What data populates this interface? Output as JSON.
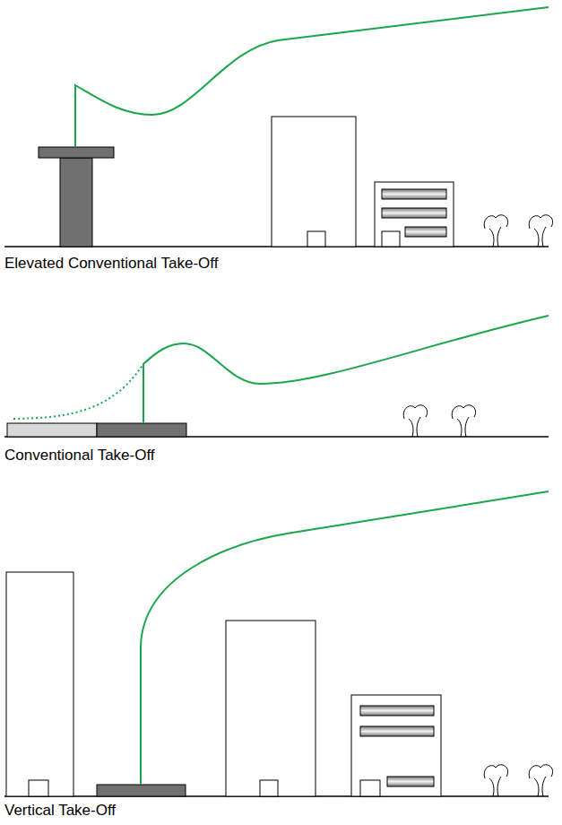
{
  "diagram": {
    "labels": [
      "Elevated Conventional Take-Off",
      "Conventional Take-Off",
      "Vertical Take-Off"
    ]
  }
}
